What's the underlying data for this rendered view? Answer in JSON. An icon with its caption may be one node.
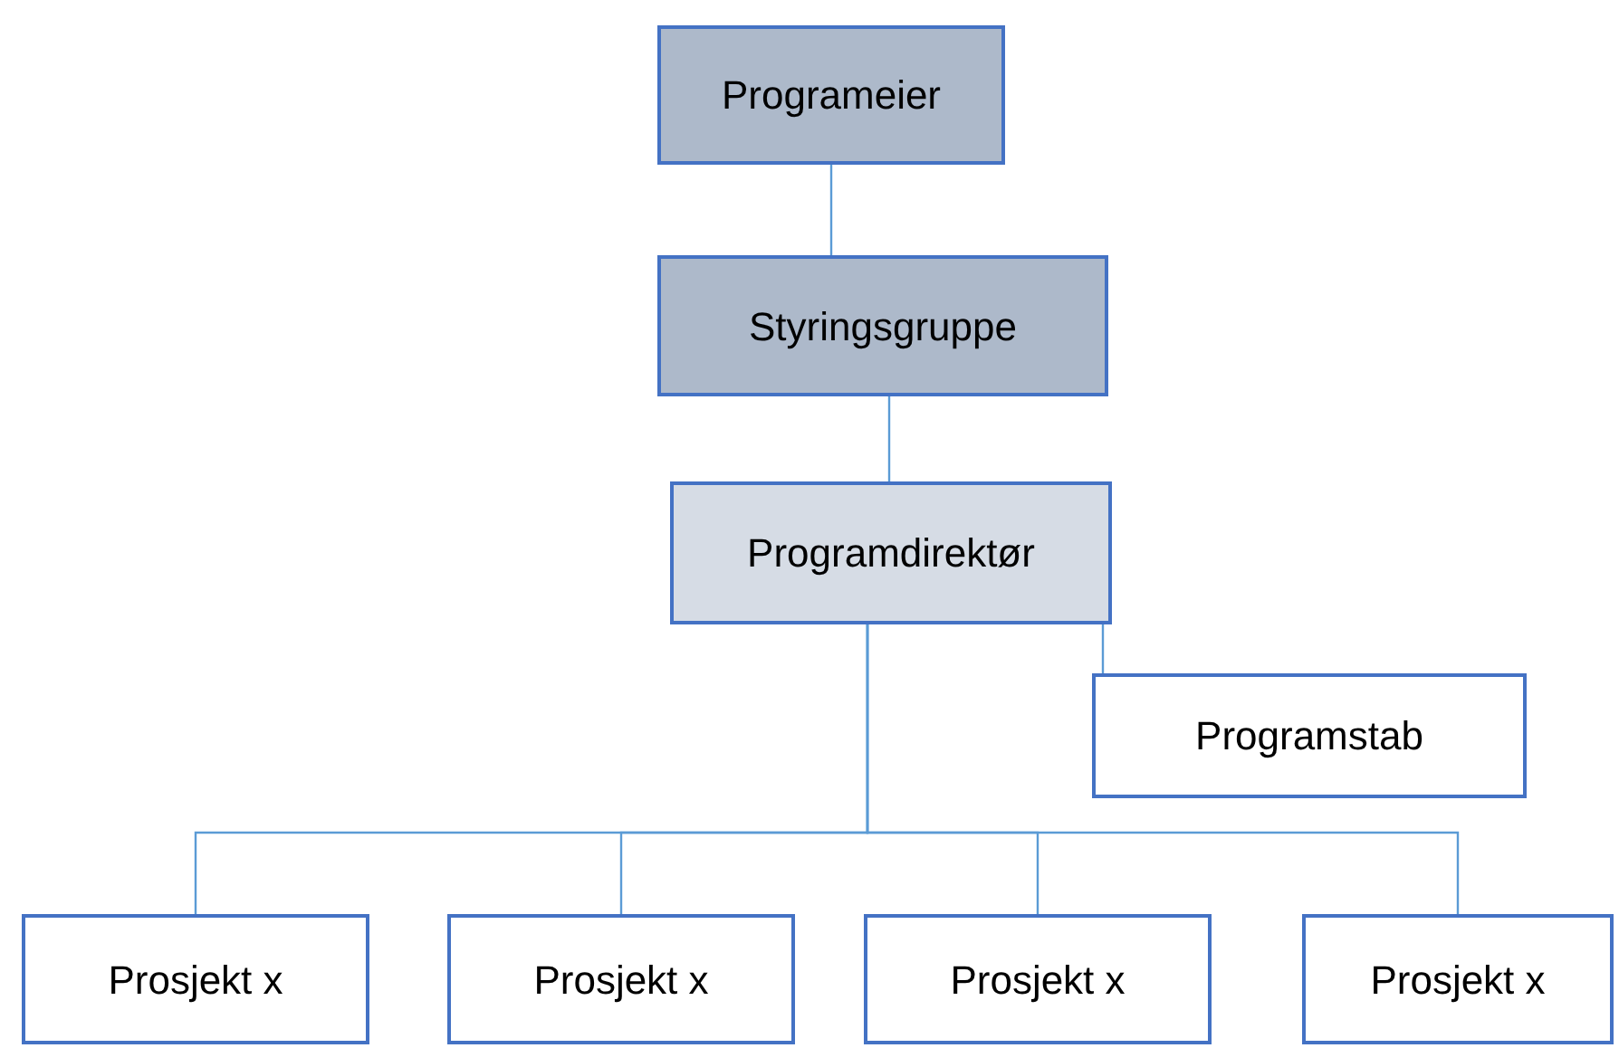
{
  "diagram": {
    "nodes": [
      {
        "text": [
          "Programeier"
        ]
      },
      {
        "text": [
          "Styringsgruppe"
        ]
      },
      {
        "text": [
          "Programdirektør"
        ]
      },
      {
        "text": [
          "Programstab"
        ]
      },
      {
        "text": [
          "Prosjekt x"
        ]
      },
      {
        "text": [
          "Prosjekt x"
        ]
      },
      {
        "text": [
          "Prosjekt x"
        ]
      },
      {
        "text": [
          "Prosjekt x"
        ]
      }
    ],
    "edges": [
      {
        "from": 0,
        "to": 1,
        "arrow": "none"
      },
      {
        "from": 1,
        "to": 2,
        "arrow": "none"
      },
      {
        "from": 2,
        "to": 3,
        "arrow": "none"
      },
      {
        "from": 2,
        "to": 4,
        "arrow": "none"
      },
      {
        "from": 2,
        "to": 5,
        "arrow": "none"
      },
      {
        "from": 2,
        "to": 6,
        "arrow": "none"
      },
      {
        "from": 2,
        "to": 7,
        "arrow": "none"
      }
    ]
  }
}
